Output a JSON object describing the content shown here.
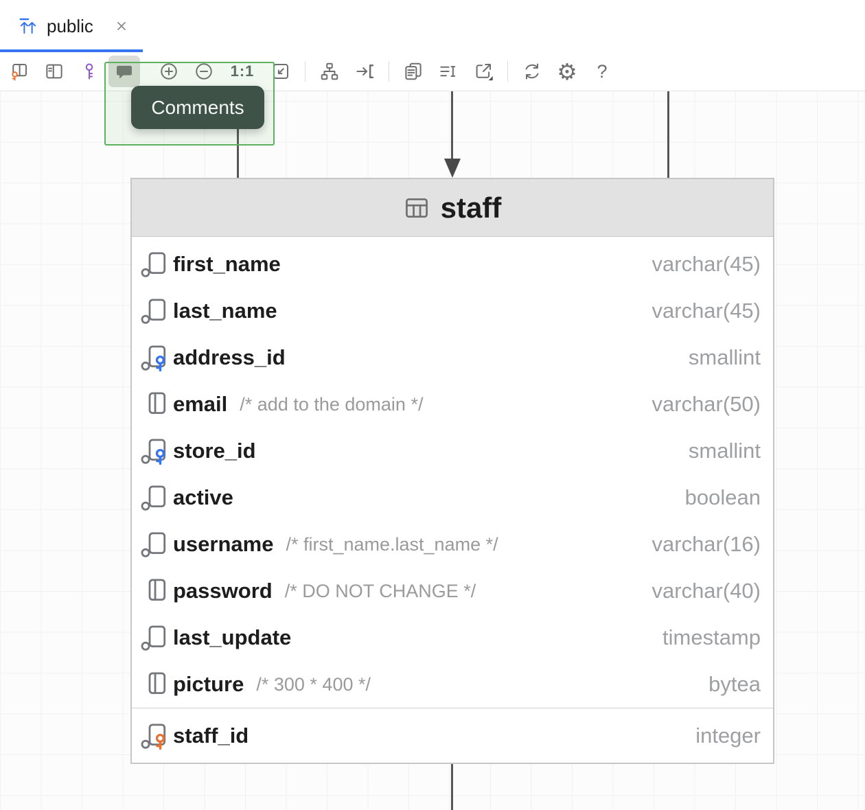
{
  "colors": {
    "accent_blue": "#3574F0",
    "highlight_green": "#5EB05E",
    "tooltip_background": "#3E5248",
    "primary_key_orange": "#E8712E",
    "foreign_key_blue": "#3574F0",
    "toolbar_icon_gray": "#6E6E6E"
  },
  "tab": {
    "title": "public"
  },
  "toolbar": {
    "actual_size_label": "1:1",
    "help_label": "?",
    "gear_glyph": "⚙",
    "active_button": "show-comments",
    "buttons": [
      "show-key-columns",
      "show-columns",
      "show-primary-keys",
      "show-comments",
      "zoom-in",
      "zoom-out",
      "actual-size",
      "fit-to-screen",
      "auto-layout",
      "scroll-to-selection",
      "copy-diagram",
      "show-edge-labels",
      "open-in-editor",
      "refresh",
      "settings",
      "help"
    ]
  },
  "tooltip": {
    "text": "Comments"
  },
  "diagram": {
    "table": {
      "title": "staff",
      "columns": [
        {
          "name": "first_name",
          "comment": "",
          "type": "varchar(45)",
          "key": ""
        },
        {
          "name": "last_name",
          "comment": "",
          "type": "varchar(45)",
          "key": ""
        },
        {
          "name": "address_id",
          "comment": "",
          "type": "smallint",
          "key": "fk"
        },
        {
          "name": "email",
          "comment": "/* add to the domain */",
          "type": "varchar(50)",
          "key": ""
        },
        {
          "name": "store_id",
          "comment": "",
          "type": "smallint",
          "key": "fk"
        },
        {
          "name": "active",
          "comment": "",
          "type": "boolean",
          "key": ""
        },
        {
          "name": "username",
          "comment": "/* first_name.last_name */",
          "type": "varchar(16)",
          "key": ""
        },
        {
          "name": "password",
          "comment": "/* DO NOT CHANGE */",
          "type": "varchar(40)",
          "key": ""
        },
        {
          "name": "last_update",
          "comment": "",
          "type": "timestamp",
          "key": ""
        },
        {
          "name": "picture",
          "comment": "/* 300 * 400 */",
          "type": "bytea",
          "key": ""
        },
        {
          "name": "staff_id",
          "comment": "",
          "type": "integer",
          "key": "pk"
        }
      ]
    }
  }
}
